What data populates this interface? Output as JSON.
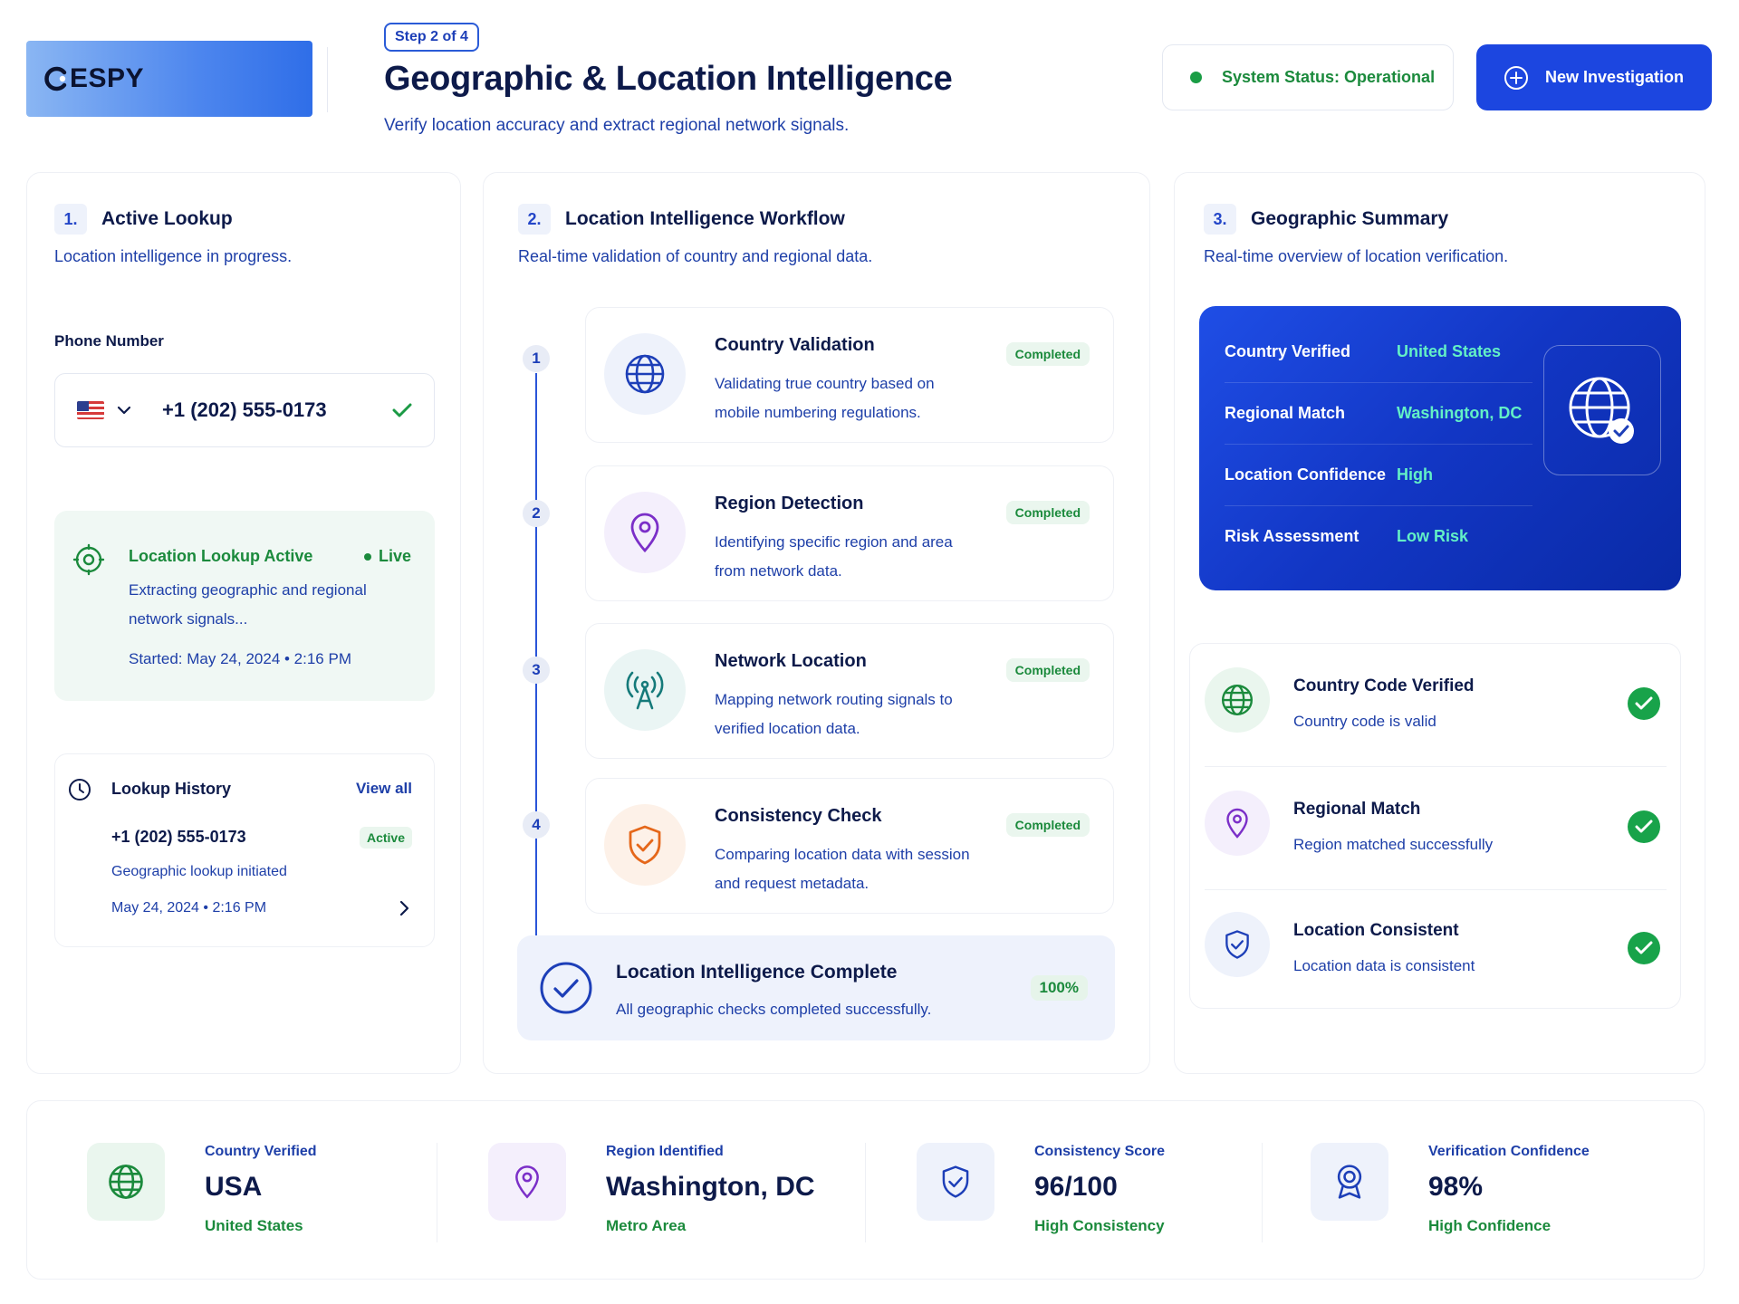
{
  "header": {
    "logo_text": "ESPY",
    "step": "Step 2 of 4",
    "title": "Geographic & Location Intelligence",
    "subtitle": "Verify location accuracy and extract regional network signals.",
    "status": "System Status: Operational",
    "new_button": "New Investigation"
  },
  "lookup": {
    "num": "1.",
    "title": "Active Lookup",
    "subtitle": "Location intelligence in progress.",
    "phone_label": "Phone Number",
    "phone_value": "+1 (202) 555-0173",
    "active": {
      "title": "Location Lookup Active",
      "live": "Live",
      "desc": "Extracting geographic and regional network signals...",
      "started": "Started: May 24, 2024 • 2:16 PM"
    },
    "history": {
      "title": "Lookup History",
      "view_all": "View all",
      "number": "+1 (202) 555-0173",
      "badge": "Active",
      "desc": "Geographic lookup initiated",
      "time": "May 24, 2024 • 2:16 PM"
    }
  },
  "workflow": {
    "num": "2.",
    "title": "Location Intelligence Workflow",
    "subtitle": "Real-time validation of country and regional data.",
    "steps": [
      {
        "n": "1",
        "title": "Country Validation",
        "desc": "Validating true country based on mobile numbering regulations.",
        "status": "Completed",
        "icon": "globe-icon"
      },
      {
        "n": "2",
        "title": "Region Detection",
        "desc": "Identifying specific region and area from network data.",
        "status": "Completed",
        "icon": "map-pin-icon"
      },
      {
        "n": "3",
        "title": "Network Location",
        "desc": "Mapping network routing signals to verified location data.",
        "status": "Completed",
        "icon": "antenna-icon"
      },
      {
        "n": "4",
        "title": "Consistency Check",
        "desc": "Comparing location data with session and request metadata.",
        "status": "Completed",
        "icon": "shield-check-icon"
      }
    ],
    "complete": {
      "title": "Location Intelligence Complete",
      "desc": "All geographic checks completed successfully.",
      "percent": "100%"
    }
  },
  "summary": {
    "num": "3.",
    "title": "Geographic Summary",
    "subtitle": "Real-time overview of location verification.",
    "rows": [
      {
        "key": "Country Verified",
        "value": "United States"
      },
      {
        "key": "Regional Match",
        "value": "Washington, DC"
      },
      {
        "key": "Location Confidence",
        "value": "High"
      },
      {
        "key": "Risk Assessment",
        "value": "Low Risk"
      }
    ],
    "checks": [
      {
        "title": "Country Code Verified",
        "desc": "Country code is valid"
      },
      {
        "title": "Regional Match",
        "desc": "Region matched successfully"
      },
      {
        "title": "Location Consistent",
        "desc": "Location data is consistent"
      }
    ]
  },
  "stats": [
    {
      "label": "Country Verified",
      "value": "USA",
      "sub": "United States"
    },
    {
      "label": "Region Identified",
      "value": "Washington, DC",
      "sub": "Metro Area"
    },
    {
      "label": "Consistency Score",
      "value": "96/100",
      "sub": "High Consistency"
    },
    {
      "label": "Verification Confidence",
      "value": "98%",
      "sub": "High Confidence"
    }
  ],
  "colors": {
    "primary": "#1c46e0",
    "success": "#1b8a3c",
    "accent_text": "#1e3fa8",
    "summary_value": "#63f0c6"
  }
}
